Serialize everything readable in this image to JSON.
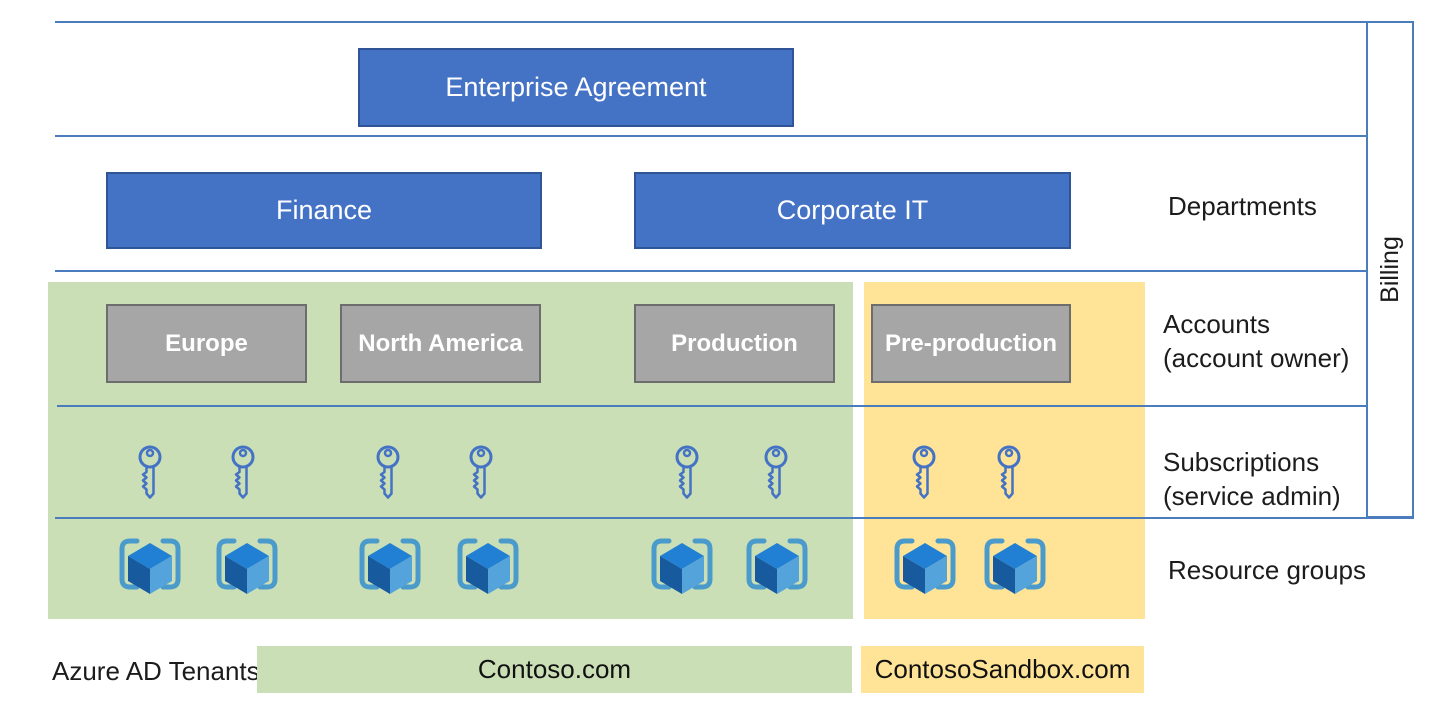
{
  "colors": {
    "accent_blue": "#4472c4",
    "accent_blue_border": "#2f5597",
    "line_blue": "#4a7cbe",
    "production_green": "#cbdfb6",
    "sandbox_yellow": "#ffe498",
    "account_gray": "#a6a6a6",
    "account_gray_border": "#6d6d6d",
    "key_icon_blue": "#4472c4",
    "cube_top_blue": "#2180d3",
    "cube_left_blue": "#175a9e",
    "cube_right_blue": "#54a3da",
    "bracket_blue": "#4a9bcb"
  },
  "enrollment": {
    "label": "Enterprise Agreement"
  },
  "departments": {
    "finance": "Finance",
    "corporate_it": "Corporate IT"
  },
  "accounts": {
    "europe": "Europe",
    "north_america": "North America",
    "production": "Production",
    "pre_production": "Pre-production"
  },
  "row_labels": {
    "departments": "Departments",
    "accounts": "Accounts",
    "accounts_sub": "(account owner)",
    "subscriptions": "Subscriptions",
    "subscriptions_sub": "(service admin)",
    "resource_groups": "Resource groups",
    "billing": "Billing",
    "azure_ad_tenants": "Azure AD Tenants"
  },
  "tenants": {
    "production": "Contoso.com",
    "sandbox": "ContosoSandbox.com"
  },
  "icon_counts": {
    "production_subscription_keys": 6,
    "sandbox_subscription_keys": 2,
    "production_resource_groups": 6,
    "sandbox_resource_groups": 2
  }
}
